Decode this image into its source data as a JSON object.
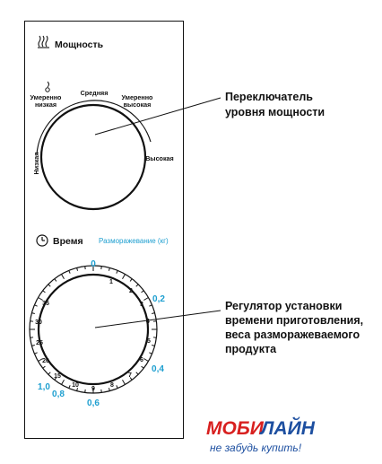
{
  "power": {
    "title": "Мощность",
    "labels": {
      "medium_low_1": "Умеренно",
      "medium_low_2": "низкая",
      "medium": "Средняя",
      "medium_high_1": "Умеренно",
      "medium_high_2": "высокая",
      "low": "Низкая",
      "high": "Высокая"
    },
    "callout_1": "Переключатель",
    "callout_2": "уровня мощности",
    "icon": "heat-waves-icon"
  },
  "time": {
    "title": "Время",
    "defrost_label": "Разморажевание (кг)",
    "icon": "clock-icon",
    "black_marks": [
      "1",
      "2",
      "3",
      "4",
      "5",
      "6",
      "7",
      "8",
      "9",
      "10",
      "15",
      "20",
      "25",
      "30",
      "35"
    ],
    "blue_marks": [
      "0",
      "0,2",
      "0,4",
      "0,6",
      "0,8",
      "1,0"
    ],
    "callout_1": "Регулятор установки",
    "callout_2": "времени приготовления,",
    "callout_3": "веса разморажеваемого",
    "callout_4": "продукта"
  },
  "logo": {
    "brand_red": "МОБИ",
    "brand_blue": "ЛАЙН",
    "slogan": "не забудь купить!",
    "colors": {
      "red": "#d8201f",
      "blue": "#1d4fa0"
    }
  },
  "colors": {
    "accent_blue": "#1e9fd0",
    "ink": "#111111"
  }
}
